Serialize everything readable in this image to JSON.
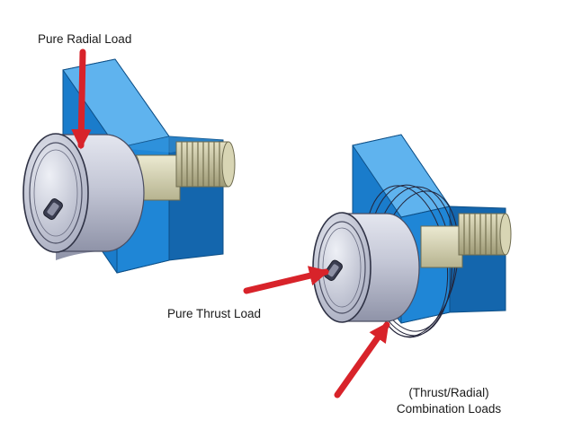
{
  "labels": {
    "pure_radial": "Pure Radial Load",
    "pure_thrust": "Pure Thrust Load",
    "combination_line1": "(Thrust/Radial)",
    "combination_line2": "Combination Loads"
  },
  "colors": {
    "block_front": "#1f86d6",
    "block_side": "#1466ad",
    "block_top": "#5fb3ee",
    "roller_face": "#c9cbd9",
    "roller_body": "#b9bccd",
    "stud_shank": "#d9d6b4",
    "thread": "#b7b38e",
    "arrow": "#d8232a"
  }
}
